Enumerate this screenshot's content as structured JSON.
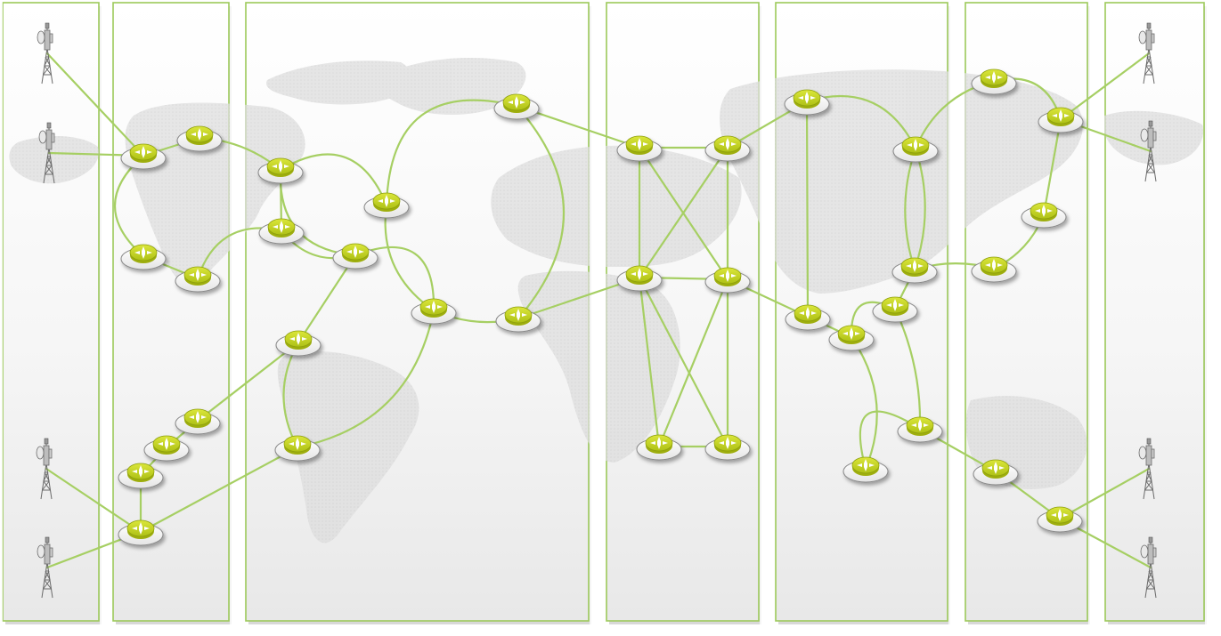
{
  "diagram": {
    "type": "network-topology",
    "colors": {
      "link": "#a6cf63",
      "panel_border": "#9cc95a",
      "node_body": "#ffffff",
      "node_top": "#c4d91a",
      "map_land": "#d6d6d6",
      "background": "#ffffff"
    },
    "panels": [
      {
        "id": "p1",
        "name": "panel-1"
      },
      {
        "id": "p2",
        "name": "panel-2"
      },
      {
        "id": "p3",
        "name": "panel-3"
      },
      {
        "id": "p4",
        "name": "panel-4"
      },
      {
        "id": "p5",
        "name": "panel-5"
      },
      {
        "id": "p6",
        "name": "panel-6"
      },
      {
        "id": "p7",
        "name": "panel-7"
      }
    ],
    "towers": [
      "t1",
      "t2",
      "t3",
      "t4",
      "t5",
      "t6",
      "t7",
      "t8"
    ],
    "routers": [
      "r1",
      "r2",
      "r3",
      "r4",
      "r5",
      "r6",
      "r7",
      "r8",
      "r9",
      "r10",
      "r11",
      "r12",
      "r13",
      "r14",
      "r15",
      "r16",
      "r17",
      "r18",
      "r19",
      "r20",
      "r21",
      "r22",
      "r23",
      "r24",
      "r25",
      "r26",
      "r27",
      "r28",
      "r29",
      "r30",
      "r31",
      "r32",
      "r33",
      "r34",
      "r35",
      "r36"
    ],
    "link_count": 57
  }
}
